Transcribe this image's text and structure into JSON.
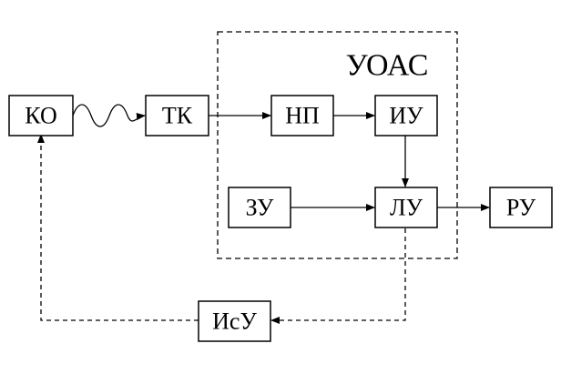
{
  "group": {
    "title": "УОАС"
  },
  "nodes": {
    "ko": {
      "label": "КО"
    },
    "tk": {
      "label": "ТК"
    },
    "np": {
      "label": "НП"
    },
    "iu": {
      "label": "ИУ"
    },
    "zu": {
      "label": "ЗУ"
    },
    "lu": {
      "label": "ЛУ"
    },
    "ru": {
      "label": "РУ"
    },
    "isu": {
      "label": "ИсУ"
    }
  },
  "edges": [
    {
      "from": "КО",
      "to": "ТК",
      "style": "wavy"
    },
    {
      "from": "ТК",
      "to": "НП",
      "style": "solid"
    },
    {
      "from": "НП",
      "to": "ИУ",
      "style": "solid"
    },
    {
      "from": "ИУ",
      "to": "ЛУ",
      "style": "solid"
    },
    {
      "from": "ЗУ",
      "to": "ЛУ",
      "style": "solid"
    },
    {
      "from": "ЛУ",
      "to": "РУ",
      "style": "solid"
    },
    {
      "from": "ЛУ",
      "to": "ИсУ",
      "style": "dashed"
    },
    {
      "from": "ИсУ",
      "to": "КО",
      "style": "dashed"
    }
  ]
}
